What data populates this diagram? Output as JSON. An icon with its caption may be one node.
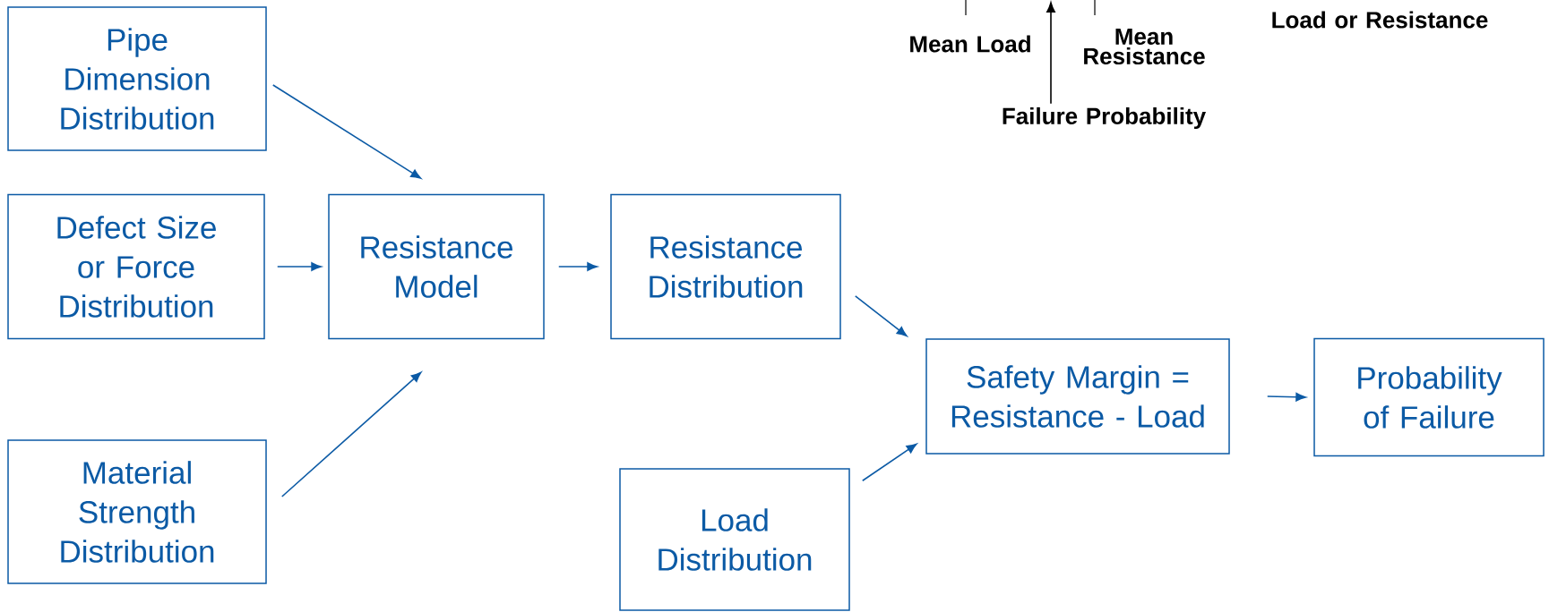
{
  "diagram": {
    "nodes": [
      {
        "text": [
          "Pipe Dimension Distribution"
        ]
      },
      {
        "text": [
          "Defect Size or Force Distribution"
        ]
      },
      {
        "text": [
          "Material Strength Distribution"
        ]
      },
      {
        "text": [
          "Resistance Model"
        ]
      },
      {
        "text": [
          "Resistance Distribution"
        ]
      },
      {
        "text": [
          "Load Distribution"
        ]
      },
      {
        "text": [
          "Safety Margin = Resistance - Load"
        ]
      },
      {
        "text": [
          "Probability of Failure"
        ]
      },
      {
        "text": [
          "Failure Probability"
        ]
      }
    ],
    "edges": [
      {
        "from": 0,
        "to": 3,
        "arrow": "to"
      },
      {
        "from": 1,
        "to": 3,
        "arrow": "to"
      },
      {
        "from": 2,
        "to": 3,
        "arrow": "to"
      },
      {
        "from": 3,
        "to": 4,
        "arrow": "to"
      },
      {
        "from": 4,
        "to": 6,
        "arrow": "to"
      },
      {
        "from": 5,
        "to": 6,
        "arrow": "to"
      },
      {
        "from": 6,
        "to": 7,
        "arrow": "to"
      },
      {
        "from": 8,
        "to": null,
        "arrow": "to",
        "color": "#000000"
      }
    ],
    "labels": [
      "Mean Load",
      "Mean Resistance",
      "Load or Resistance"
    ]
  }
}
